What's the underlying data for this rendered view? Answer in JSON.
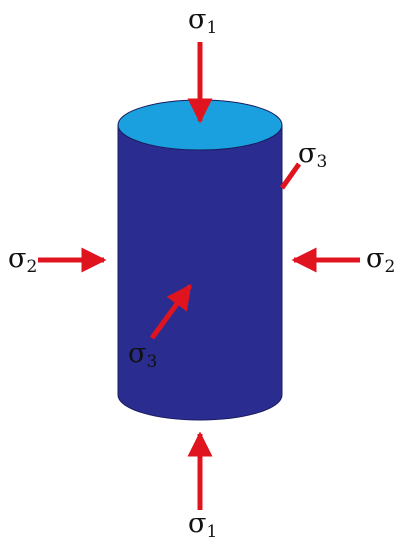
{
  "labels": {
    "sigma1_top": {
      "symbol": "σ",
      "sub": "1"
    },
    "sigma1_bottom": {
      "symbol": "σ",
      "sub": "1"
    },
    "sigma2_left": {
      "symbol": "σ",
      "sub": "2"
    },
    "sigma2_right": {
      "symbol": "σ",
      "sub": "2"
    },
    "sigma3_right": {
      "symbol": "σ",
      "sub": "3"
    },
    "sigma3_front": {
      "symbol": "σ",
      "sub": "3"
    }
  },
  "colors": {
    "cylinder_body": "#2a2d8f",
    "cylinder_top": "#1aa0de",
    "cylinder_outline": "#1a1c5e",
    "arrow": "#e0141f",
    "text": "#111111"
  }
}
